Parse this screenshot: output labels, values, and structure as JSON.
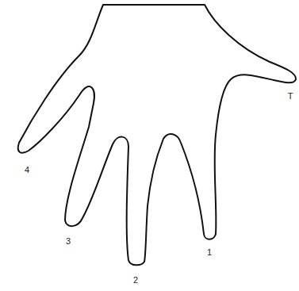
{
  "diagram": {
    "labels": [
      "4",
      "3",
      "2",
      "1",
      "T"
    ]
  }
}
